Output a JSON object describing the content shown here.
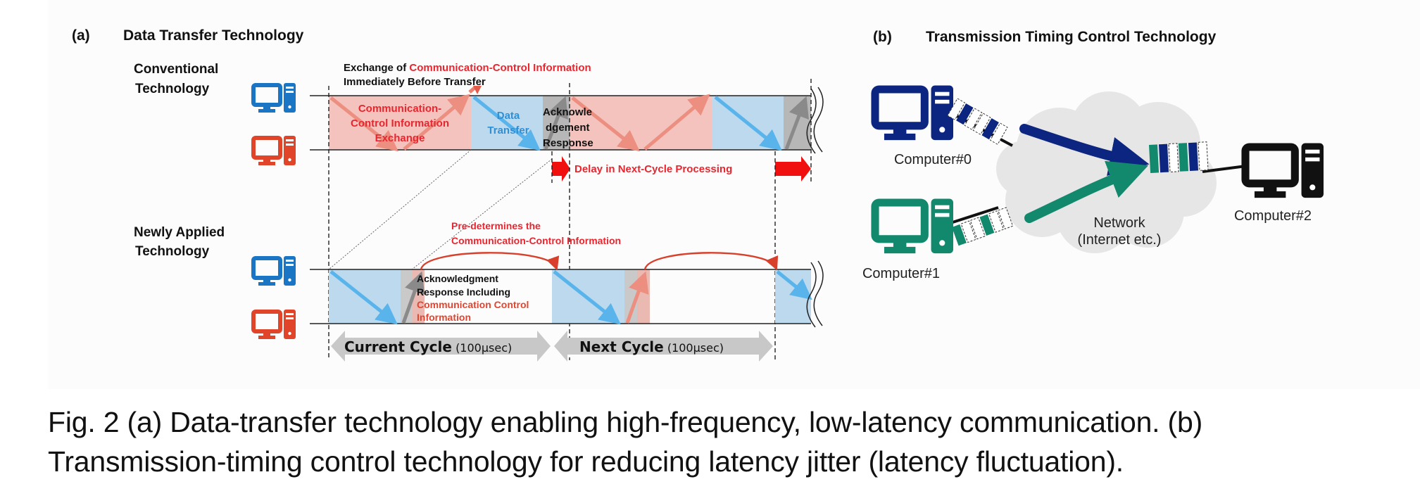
{
  "colors": {
    "red_text": "#e8262f",
    "blue_text": "#2f8fd4",
    "pink_fill": "#f4c3bd",
    "blue_fill": "#bcd9ee",
    "gray_fill": "#b7b7b7",
    "blue_arrow": "#5ab4ec",
    "pink_arrow": "#ec8e80",
    "gray_arrow": "#8a8a8a",
    "red_arrow": "#f01010",
    "pc_blue": "#1a75c4",
    "pc_red": "#e0452a",
    "navy": "#0b2580",
    "teal": "#12896c",
    "cloud": "#e6e6e6"
  },
  "panel_a": {
    "letter": "(a)",
    "title": "Data Transfer Technology",
    "conventional": {
      "label_line1": "Conventional",
      "label_line2": "Technology",
      "note_prefix": "Exchange of ",
      "note_highlight": "Communication-Control Information",
      "note_line2": "Immediately Before Transfer",
      "phase_exchange": [
        "Communication-",
        "Control Information",
        "Exchange"
      ],
      "phase_data": [
        "Data",
        "Transfer"
      ],
      "phase_ack": [
        "Acknowle",
        "dgement",
        "Response"
      ],
      "delay_label": "Delay in Next-Cycle Processing"
    },
    "newly_applied": {
      "label_line1": "Newly Applied",
      "label_line2": "Technology",
      "predetermine_line1": "Pre-determines the",
      "predetermine_line2": "Communication-Control Information",
      "ack_line1": "Acknowledgment",
      "ack_line2": "Response Including",
      "ack_line3": "Communication Control",
      "ack_line4": "Information"
    },
    "cycles": [
      {
        "name": "Current Cycle",
        "duration": "(100μsec)"
      },
      {
        "name": "Next Cycle",
        "duration": "(100μsec)"
      }
    ]
  },
  "panel_b": {
    "letter": "(b)",
    "title": "Transmission Timing Control Technology",
    "computers": [
      {
        "label": "Computer#0",
        "color": "navy"
      },
      {
        "label": "Computer#1",
        "color": "teal"
      },
      {
        "label": "Computer#2",
        "color": "black"
      }
    ],
    "network_line1": "Network",
    "network_line2": "(Internet etc.)"
  },
  "caption": {
    "line1": "Fig. 2 (a) Data-transfer technology enabling high-frequency, low-latency communication. (b)",
    "line2": "Transmission-timing control technology for reducing latency jitter (latency fluctuation)."
  }
}
